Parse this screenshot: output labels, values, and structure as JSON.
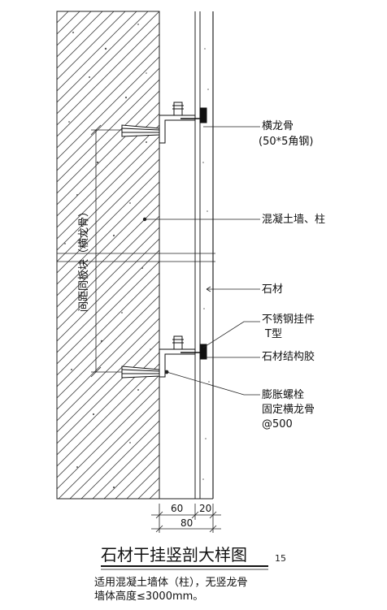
{
  "callouts": {
    "heng_long_gu": "横龙骨",
    "heng_long_gu_spec": "(50*5角钢)",
    "concrete_wall": "混凝土墙、柱",
    "stone": "石材",
    "hanger": "不锈钢挂件",
    "hanger_type": "T型",
    "glue": "石材结构胶",
    "bolt": "膨胀螺栓",
    "bolt_fix": "固定横龙骨",
    "bolt_spacing": "@500"
  },
  "vertical_dimension": "间距同板块（横龙骨）",
  "dimensions": {
    "d60": "60",
    "d20": "20",
    "d80": "80"
  },
  "title": "石材干挂竖剖大样图",
  "detail_number": "15",
  "notes": {
    "line1": "适用混凝土墙体（柱），无竖龙骨",
    "line2": "墙体高度≤3000mm。"
  }
}
